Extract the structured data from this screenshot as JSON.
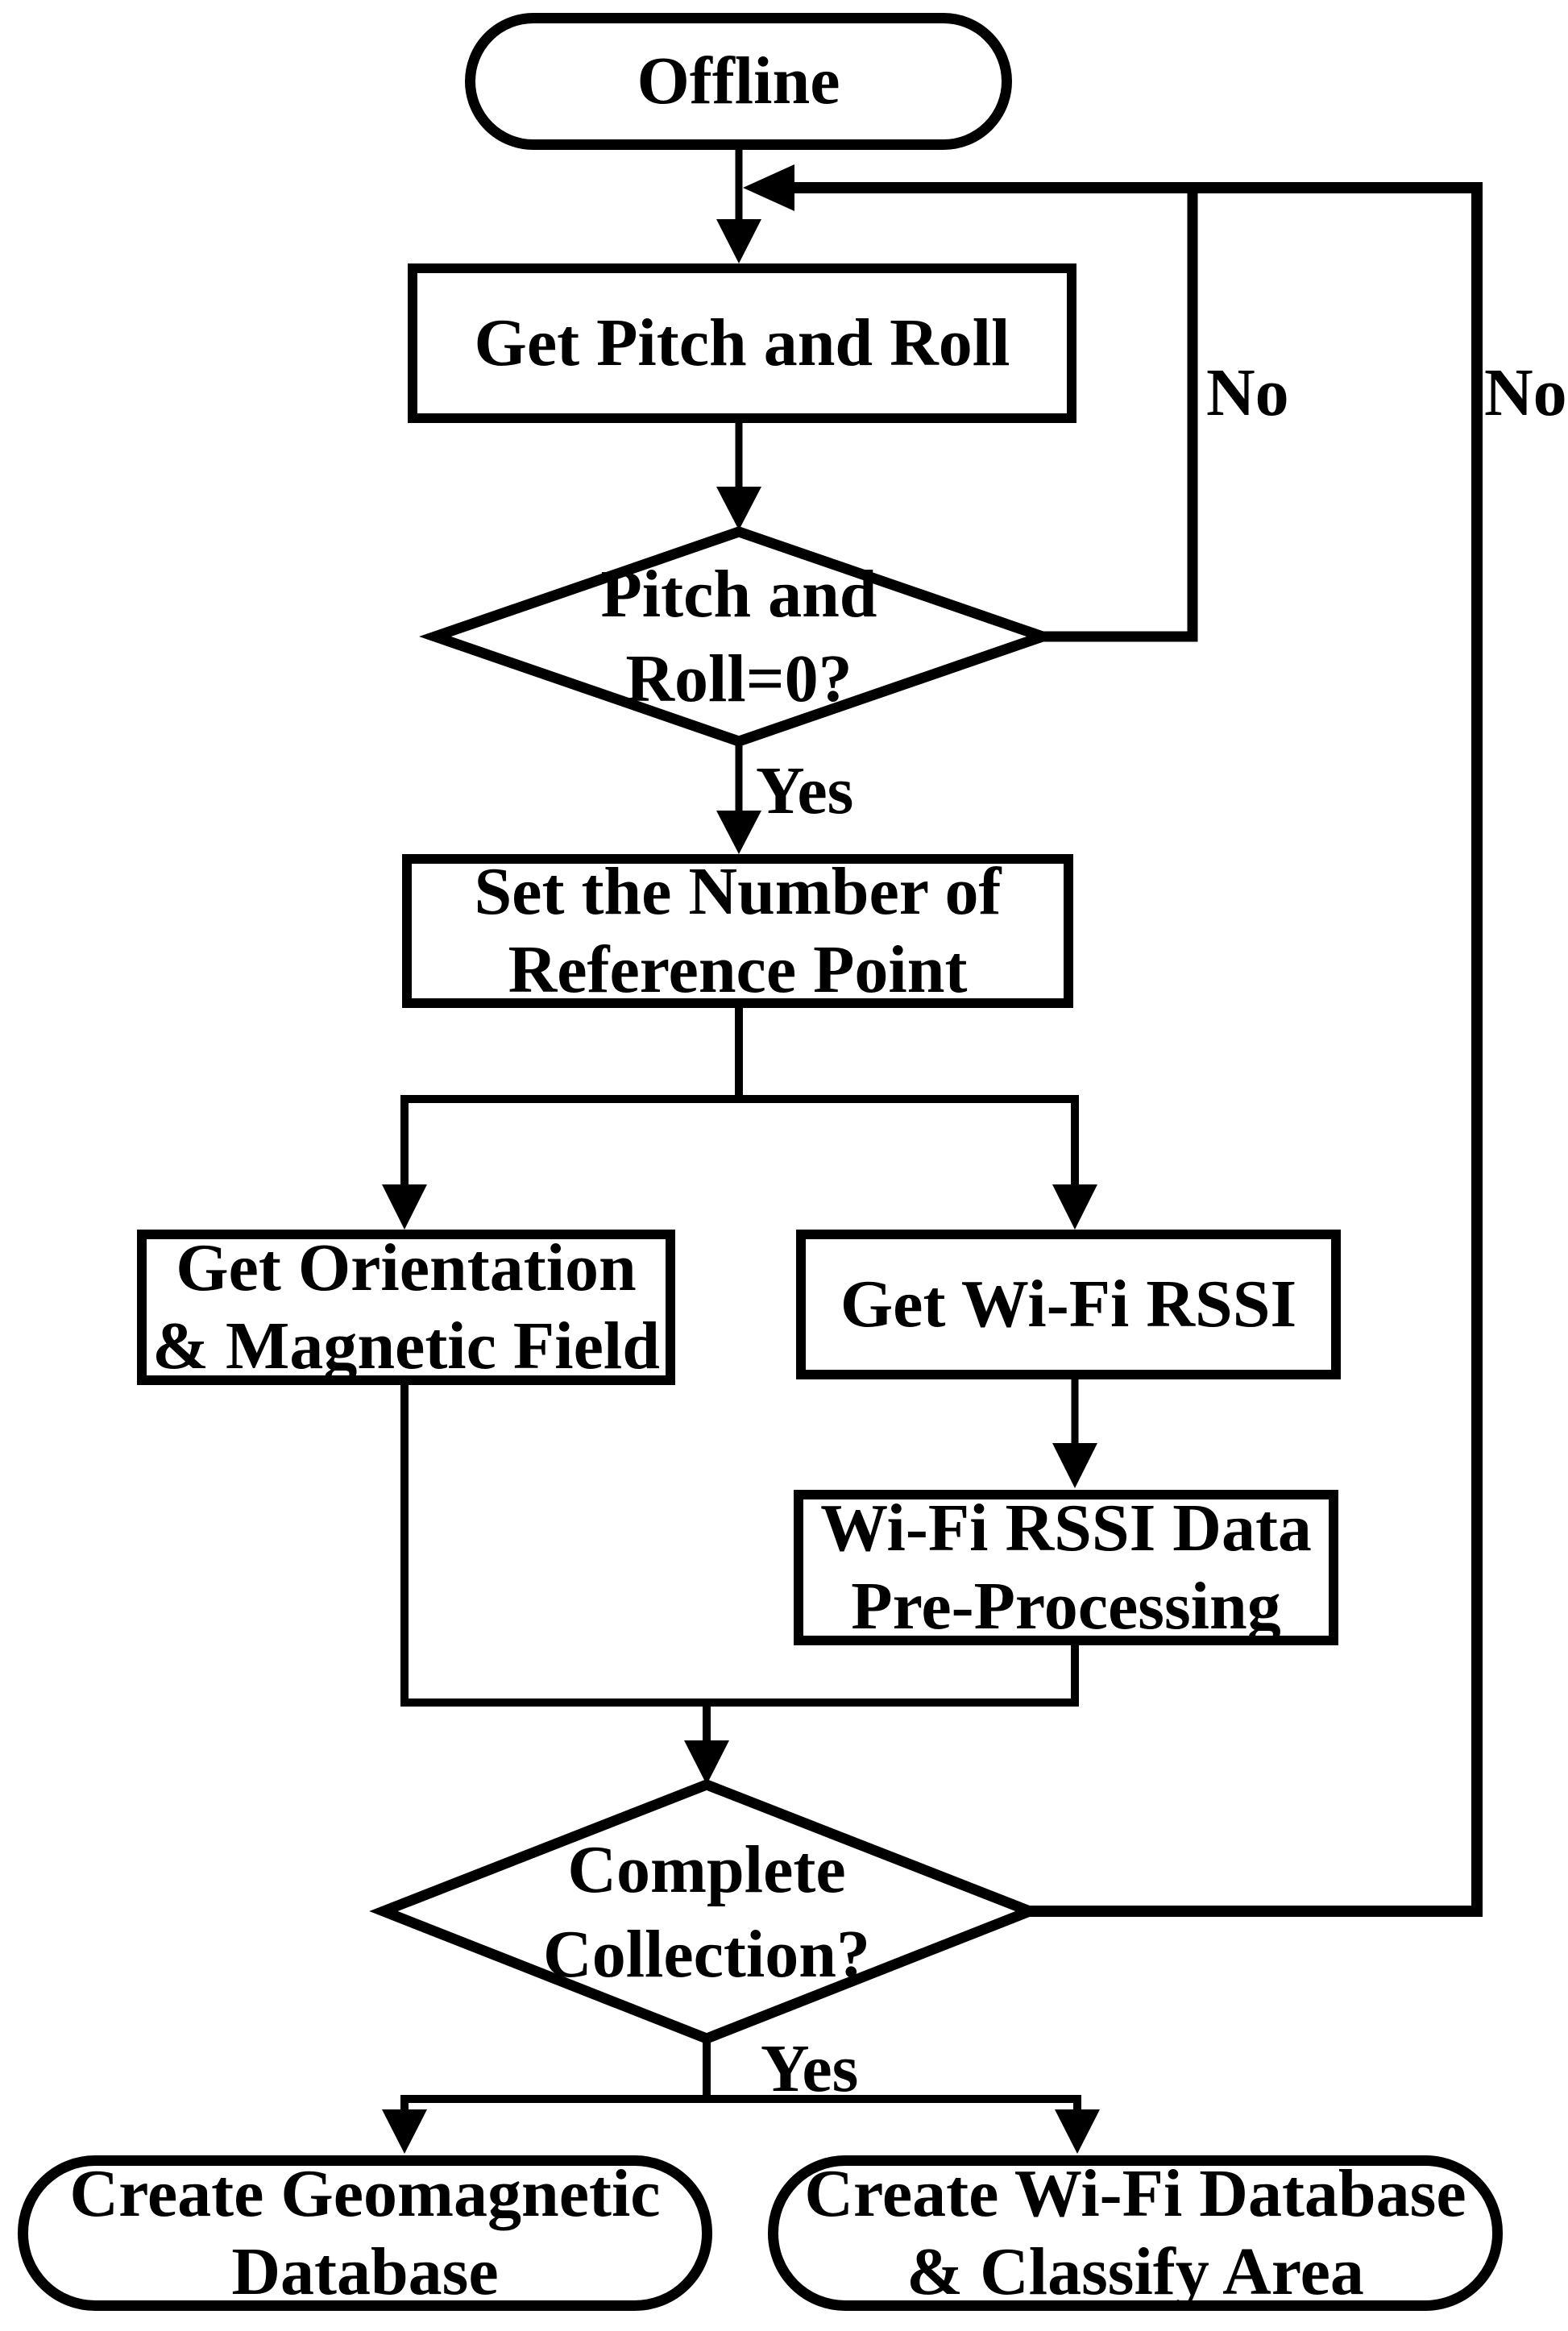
{
  "diagram": {
    "colors": {
      "ink": "#000000",
      "paper": "#ffffff"
    },
    "nodes": {
      "offline": {
        "label": "Offline"
      },
      "get_pitch_roll": {
        "label": "Get Pitch and Roll"
      },
      "pitch_roll_check": {
        "line1": "Pitch and",
        "line2": "Roll=0?"
      },
      "set_reference_point": {
        "line1": "Set the Number of",
        "line2": "Reference Point"
      },
      "get_orientation": {
        "line1": "Get Orientation",
        "line2": "& Magnetic Field"
      },
      "get_wifi_rssi": {
        "label": "Get Wi-Fi RSSI"
      },
      "wifi_preprocessing": {
        "line1": "Wi-Fi RSSI Data",
        "line2": "Pre-Processing"
      },
      "complete_collection": {
        "line1": "Complete",
        "line2": "Collection?"
      },
      "create_geomagnetic_db": {
        "line1": "Create Geomagnetic",
        "line2": "Database"
      },
      "create_wifi_db": {
        "line1": "Create Wi-Fi Database",
        "line2": "& Classify Area"
      }
    },
    "edge_labels": {
      "pitch_roll_no": "No",
      "complete_no": "No",
      "pitch_roll_yes": "Yes",
      "complete_yes": "Yes"
    }
  }
}
